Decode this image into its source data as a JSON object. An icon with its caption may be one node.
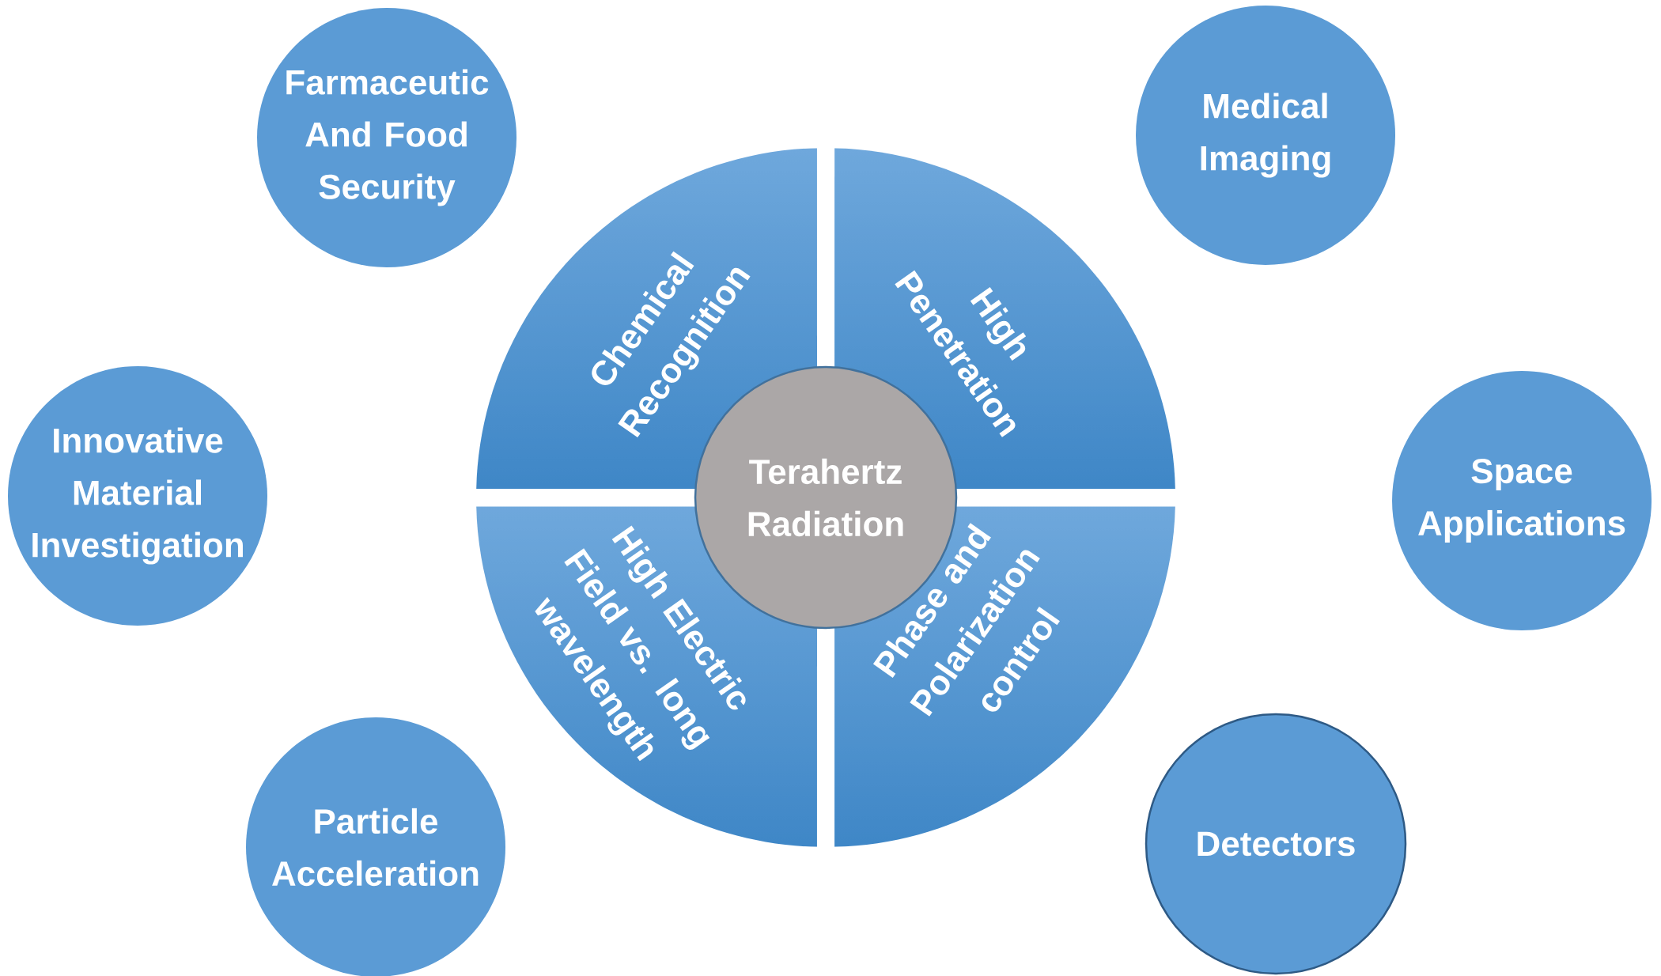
{
  "diagram": {
    "nodes": [
      {
        "text": [
          "Farmaceutic And Food Security"
        ]
      },
      {
        "text": [
          "Medical Imaging"
        ]
      },
      {
        "text": [
          "Chemical Recognition"
        ]
      },
      {
        "text": [
          "High Penetration"
        ]
      },
      {
        "text": [
          "Innovative Material Investigation"
        ]
      },
      {
        "text": [
          "Terahertz Radiation"
        ]
      },
      {
        "text": [
          "Space Applications"
        ]
      },
      {
        "text": [
          "High Electric Field vs. long wavelength"
        ]
      },
      {
        "text": [
          "Phase and Polarization control"
        ]
      },
      {
        "text": [
          "Particle Acceleration"
        ]
      },
      {
        "text": [
          "Detectors"
        ]
      }
    ]
  }
}
